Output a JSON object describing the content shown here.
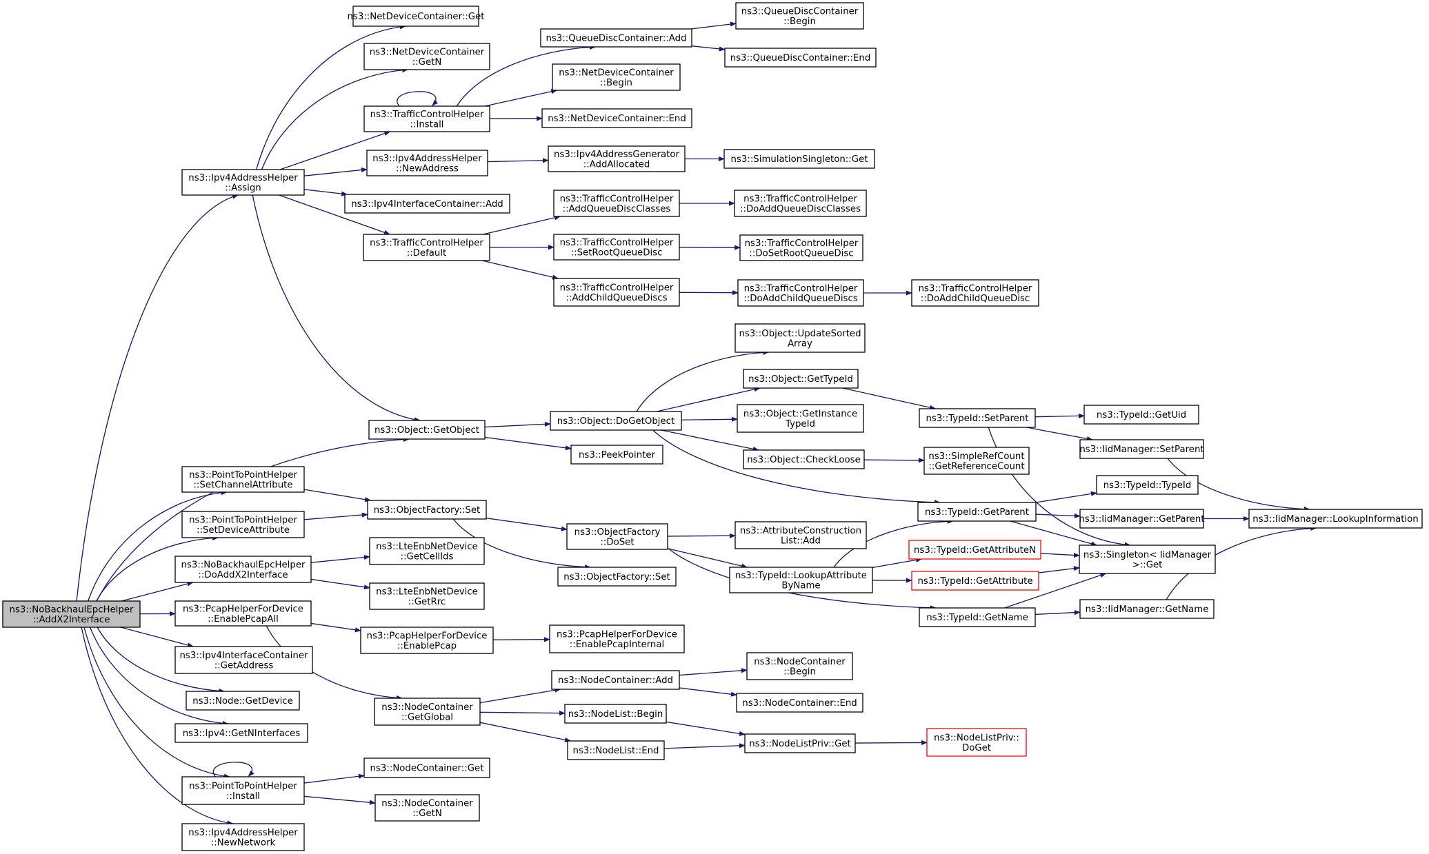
{
  "graph": {
    "colors": {
      "edge": "#191970",
      "root_fill": "#bfbfbf",
      "node_border": "#000000",
      "truncated_border": "#ff0000"
    },
    "nodes": [
      {
        "id": "n0",
        "lines": [
          "ns3::NoBackhaulEpcHelper",
          "::AddX2Interface"
        ],
        "kind": "root"
      },
      {
        "id": "n1",
        "lines": [
          "ns3::Ipv4AddressHelper",
          "::Assign"
        ]
      },
      {
        "id": "n2",
        "lines": [
          "ns3::NetDeviceContainer::Get"
        ]
      },
      {
        "id": "n3",
        "lines": [
          "ns3::NetDeviceContainer",
          "::GetN"
        ]
      },
      {
        "id": "n4",
        "lines": [
          "ns3::TrafficControlHelper",
          "::Install"
        ]
      },
      {
        "id": "n5",
        "lines": [
          "ns3::QueueDiscContainer::Add"
        ]
      },
      {
        "id": "n6",
        "lines": [
          "ns3::QueueDiscContainer",
          "::Begin"
        ]
      },
      {
        "id": "n7",
        "lines": [
          "ns3::QueueDiscContainer::End"
        ]
      },
      {
        "id": "n8",
        "lines": [
          "ns3::NetDeviceContainer",
          "::Begin"
        ]
      },
      {
        "id": "n9",
        "lines": [
          "ns3::NetDeviceContainer::End"
        ]
      },
      {
        "id": "n10",
        "lines": [
          "ns3::Ipv4AddressHelper",
          "::NewAddress"
        ]
      },
      {
        "id": "n11",
        "lines": [
          "ns3::Ipv4AddressGenerator",
          "::AddAllocated"
        ]
      },
      {
        "id": "n12",
        "lines": [
          "ns3::SimulationSingleton::Get"
        ]
      },
      {
        "id": "n13",
        "lines": [
          "ns3::Ipv4InterfaceContainer::Add"
        ]
      },
      {
        "id": "n14",
        "lines": [
          "ns3::TrafficControlHelper",
          "::Default"
        ]
      },
      {
        "id": "n15",
        "lines": [
          "ns3::TrafficControlHelper",
          "::AddQueueDiscClasses"
        ]
      },
      {
        "id": "n16",
        "lines": [
          "ns3::TrafficControlHelper",
          "::DoAddQueueDiscClasses"
        ]
      },
      {
        "id": "n17",
        "lines": [
          "ns3::TrafficControlHelper",
          "::SetRootQueueDisc"
        ]
      },
      {
        "id": "n18",
        "lines": [
          "ns3::TrafficControlHelper",
          "::DoSetRootQueueDisc"
        ]
      },
      {
        "id": "n19",
        "lines": [
          "ns3::TrafficControlHelper",
          "::AddChildQueueDiscs"
        ]
      },
      {
        "id": "n20",
        "lines": [
          "ns3::TrafficControlHelper",
          "::DoAddChildQueueDiscs"
        ]
      },
      {
        "id": "n21",
        "lines": [
          "ns3::TrafficControlHelper",
          "::DoAddChildQueueDisc"
        ]
      },
      {
        "id": "n22",
        "lines": [
          "ns3::Object::GetObject"
        ]
      },
      {
        "id": "n23",
        "lines": [
          "ns3::Object::DoGetObject"
        ]
      },
      {
        "id": "n24",
        "lines": [
          "ns3::Object::UpdateSorted",
          "Array"
        ]
      },
      {
        "id": "n25",
        "lines": [
          "ns3::Object::GetTypeId"
        ]
      },
      {
        "id": "n26",
        "lines": [
          "ns3::TypeId::SetParent"
        ]
      },
      {
        "id": "n27",
        "lines": [
          "ns3::TypeId::GetUid"
        ]
      },
      {
        "id": "n28",
        "lines": [
          "ns3::IidManager::SetParent"
        ]
      },
      {
        "id": "n29",
        "lines": [
          "ns3::IidManager::LookupInformation"
        ]
      },
      {
        "id": "n30",
        "lines": [
          "ns3::Singleton< IidManager",
          " >::Get"
        ]
      },
      {
        "id": "n31",
        "lines": [
          "ns3::Object::GetInstance",
          "TypeId"
        ]
      },
      {
        "id": "n32",
        "lines": [
          "ns3::Object::CheckLoose"
        ]
      },
      {
        "id": "n33",
        "lines": [
          "ns3::SimpleRefCount",
          "::GetReferenceCount"
        ]
      },
      {
        "id": "n34",
        "lines": [
          "ns3::TypeId::GetParent"
        ]
      },
      {
        "id": "n35",
        "lines": [
          "ns3::TypeId::TypeId"
        ]
      },
      {
        "id": "n36",
        "lines": [
          "ns3::IidManager::GetParent"
        ]
      },
      {
        "id": "n37",
        "lines": [
          "ns3::PeekPointer"
        ]
      },
      {
        "id": "n38",
        "lines": [
          "ns3::PointToPointHelper",
          "::SetChannelAttribute"
        ]
      },
      {
        "id": "n39",
        "lines": [
          "ns3::ObjectFactory::Set"
        ]
      },
      {
        "id": "n40",
        "lines": [
          "ns3::ObjectFactory",
          "::DoSet"
        ]
      },
      {
        "id": "n41",
        "lines": [
          "ns3::AttributeConstruction",
          "List::Add"
        ]
      },
      {
        "id": "n42",
        "lines": [
          "ns3::TypeId::LookupAttribute",
          "ByName"
        ]
      },
      {
        "id": "n43",
        "lines": [
          "ns3::TypeId::GetAttributeN"
        ],
        "kind": "truncated"
      },
      {
        "id": "n44",
        "lines": [
          "ns3::TypeId::GetAttribute"
        ],
        "kind": "truncated"
      },
      {
        "id": "n45",
        "lines": [
          "ns3::TypeId::GetName"
        ]
      },
      {
        "id": "n46",
        "lines": [
          "ns3::IidManager::GetName"
        ]
      },
      {
        "id": "n47",
        "lines": [
          "ns3::ObjectFactory::Set"
        ]
      },
      {
        "id": "n48",
        "lines": [
          "ns3::PointToPointHelper",
          "::SetDeviceAttribute"
        ]
      },
      {
        "id": "n49",
        "lines": [
          "ns3::NoBackhaulEpcHelper",
          "::DoAddX2Interface"
        ]
      },
      {
        "id": "n50",
        "lines": [
          "ns3::LteEnbNetDevice",
          "::GetCellIds"
        ]
      },
      {
        "id": "n51",
        "lines": [
          "ns3::LteEnbNetDevice",
          "::GetRrc"
        ]
      },
      {
        "id": "n52",
        "lines": [
          "ns3::PcapHelperForDevice",
          "::EnablePcapAll"
        ]
      },
      {
        "id": "n53",
        "lines": [
          "ns3::PcapHelperForDevice",
          "::EnablePcap"
        ]
      },
      {
        "id": "n54",
        "lines": [
          "ns3::PcapHelperForDevice",
          "::EnablePcapInternal"
        ]
      },
      {
        "id": "n55",
        "lines": [
          "ns3::NodeContainer",
          "::GetGlobal"
        ]
      },
      {
        "id": "n56",
        "lines": [
          "ns3::NodeContainer::Add"
        ]
      },
      {
        "id": "n57",
        "lines": [
          "ns3::NodeContainer",
          "::Begin"
        ]
      },
      {
        "id": "n58",
        "lines": [
          "ns3::NodeContainer::End"
        ]
      },
      {
        "id": "n59",
        "lines": [
          "ns3::NodeList::Begin"
        ]
      },
      {
        "id": "n60",
        "lines": [
          "ns3::NodeList::End"
        ]
      },
      {
        "id": "n61",
        "lines": [
          "ns3::NodeListPriv::Get"
        ]
      },
      {
        "id": "n62",
        "lines": [
          "ns3::NodeListPriv::",
          "DoGet"
        ],
        "kind": "truncated"
      },
      {
        "id": "n63",
        "lines": [
          "ns3::Ipv4InterfaceContainer",
          "::GetAddress"
        ]
      },
      {
        "id": "n64",
        "lines": [
          "ns3::Node::GetDevice"
        ]
      },
      {
        "id": "n65",
        "lines": [
          "ns3::Ipv4::GetNInterfaces"
        ]
      },
      {
        "id": "n66",
        "lines": [
          "ns3::PointToPointHelper",
          "::Install"
        ]
      },
      {
        "id": "n67",
        "lines": [
          "ns3::NodeContainer::Get"
        ]
      },
      {
        "id": "n68",
        "lines": [
          "ns3::NodeContainer",
          "::GetN"
        ]
      },
      {
        "id": "n69",
        "lines": [
          "ns3::Ipv4AddressHelper",
          "::NewNetwork"
        ]
      }
    ],
    "edges": [
      [
        "n0",
        "n1"
      ],
      [
        "n0",
        "n22"
      ],
      [
        "n0",
        "n38"
      ],
      [
        "n0",
        "n48"
      ],
      [
        "n0",
        "n49"
      ],
      [
        "n0",
        "n52"
      ],
      [
        "n0",
        "n63"
      ],
      [
        "n0",
        "n64"
      ],
      [
        "n0",
        "n65"
      ],
      [
        "n0",
        "n66"
      ],
      [
        "n0",
        "n69"
      ],
      [
        "n1",
        "n2"
      ],
      [
        "n1",
        "n3"
      ],
      [
        "n1",
        "n4"
      ],
      [
        "n1",
        "n10"
      ],
      [
        "n1",
        "n13"
      ],
      [
        "n1",
        "n14"
      ],
      [
        "n1",
        "n22"
      ],
      [
        "n4",
        "n4"
      ],
      [
        "n4",
        "n5"
      ],
      [
        "n4",
        "n8"
      ],
      [
        "n4",
        "n9"
      ],
      [
        "n5",
        "n6"
      ],
      [
        "n5",
        "n7"
      ],
      [
        "n10",
        "n11"
      ],
      [
        "n11",
        "n12"
      ],
      [
        "n14",
        "n15"
      ],
      [
        "n14",
        "n17"
      ],
      [
        "n14",
        "n19"
      ],
      [
        "n15",
        "n16"
      ],
      [
        "n17",
        "n18"
      ],
      [
        "n19",
        "n20"
      ],
      [
        "n20",
        "n21"
      ],
      [
        "n22",
        "n23"
      ],
      [
        "n22",
        "n37"
      ],
      [
        "n23",
        "n24"
      ],
      [
        "n23",
        "n25"
      ],
      [
        "n23",
        "n31"
      ],
      [
        "n23",
        "n32"
      ],
      [
        "n23",
        "n34"
      ],
      [
        "n25",
        "n26"
      ],
      [
        "n26",
        "n27"
      ],
      [
        "n26",
        "n28"
      ],
      [
        "n26",
        "n30"
      ],
      [
        "n28",
        "n29"
      ],
      [
        "n32",
        "n33"
      ],
      [
        "n34",
        "n35"
      ],
      [
        "n34",
        "n36"
      ],
      [
        "n34",
        "n30"
      ],
      [
        "n36",
        "n29"
      ],
      [
        "n38",
        "n39"
      ],
      [
        "n48",
        "n39"
      ],
      [
        "n39",
        "n40"
      ],
      [
        "n39",
        "n47"
      ],
      [
        "n40",
        "n41"
      ],
      [
        "n40",
        "n42"
      ],
      [
        "n40",
        "n45"
      ],
      [
        "n42",
        "n34"
      ],
      [
        "n42",
        "n43"
      ],
      [
        "n42",
        "n44"
      ],
      [
        "n43",
        "n30"
      ],
      [
        "n44",
        "n30"
      ],
      [
        "n45",
        "n30"
      ],
      [
        "n45",
        "n46"
      ],
      [
        "n46",
        "n29"
      ],
      [
        "n49",
        "n50"
      ],
      [
        "n49",
        "n51"
      ],
      [
        "n52",
        "n53"
      ],
      [
        "n52",
        "n55"
      ],
      [
        "n53",
        "n54"
      ],
      [
        "n55",
        "n56"
      ],
      [
        "n55",
        "n59"
      ],
      [
        "n55",
        "n60"
      ],
      [
        "n56",
        "n57"
      ],
      [
        "n56",
        "n58"
      ],
      [
        "n59",
        "n61"
      ],
      [
        "n60",
        "n61"
      ],
      [
        "n61",
        "n62"
      ],
      [
        "n66",
        "n66"
      ],
      [
        "n66",
        "n67"
      ],
      [
        "n66",
        "n68"
      ]
    ]
  }
}
